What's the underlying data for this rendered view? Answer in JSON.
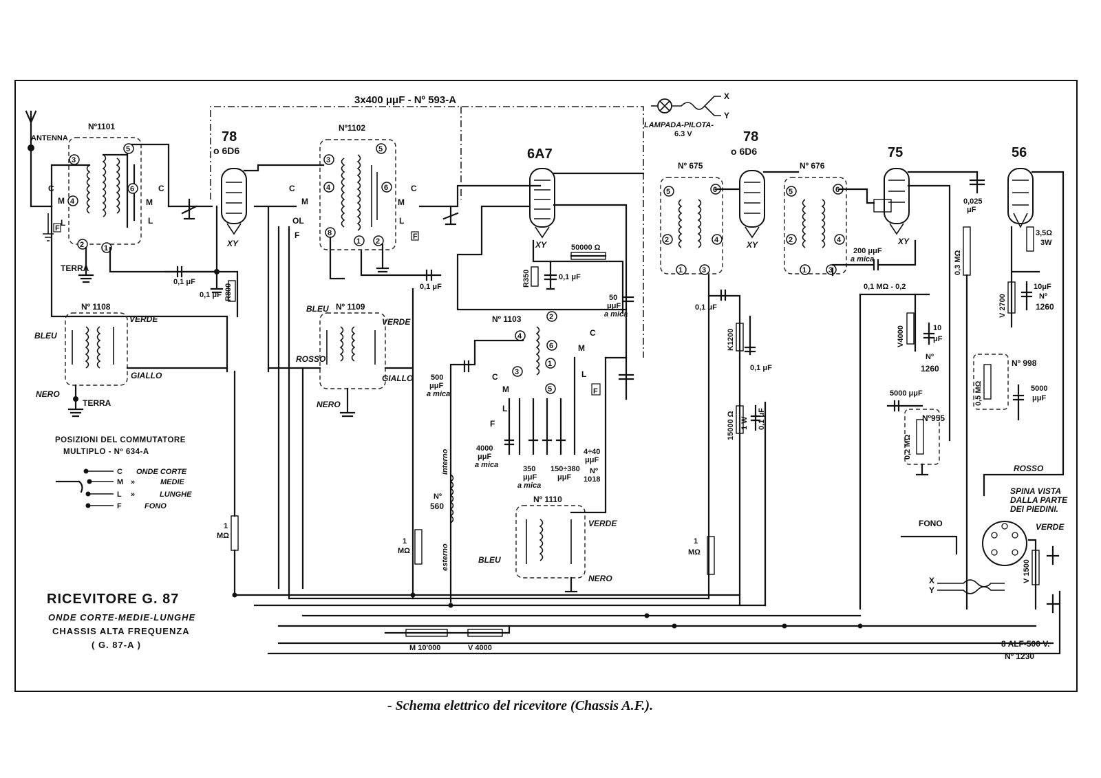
{
  "caption": "- Schema elettrico del ricevitore (Chassis A.F.).",
  "title_block": {
    "title": "RICEVITORE G. 87",
    "line1": "ONDE CORTE-MEDIE-LUNGHE",
    "line2": "CHASSIS ALTA FREQUENZA",
    "line3": "( G. 87-A )"
  },
  "legend": {
    "heading1": "POSIZIONI DEL COMMUTATORE",
    "heading2": "MULTIPLO - Nº 634-A",
    "items": [
      {
        "key": "C",
        "text": "ONDE CORTE"
      },
      {
        "key": "M",
        "text": "MEDIE"
      },
      {
        "key": "L",
        "text": "LUNGHE"
      },
      {
        "key": "F",
        "text": "FONO"
      }
    ],
    "ditto": "»"
  },
  "top": {
    "gang_cap": "3x400 μμF - Nº 593-A",
    "pilot_lamp": "LAMPADA-PILOTA-",
    "pilot_volt": "6.3 V",
    "pilot_x": "X",
    "pilot_y": "Y"
  },
  "tubes": {
    "t1": "78",
    "t1_alt": "o 6D6",
    "t2": "6A7",
    "t3": "78",
    "t3_alt": "o 6D6",
    "t4": "75",
    "t5": "56",
    "heater": "XY"
  },
  "antenna": {
    "antenna": "ANTENNA",
    "terra": "TERRA",
    "terra2": "TERRA",
    "n1101": "Nº1101",
    "n1108": "Nº 1108",
    "n1102": "Nº1102",
    "n1109": "Nº 1109",
    "bleu": "BLEU",
    "verde": "VERDE",
    "giallo": "GIALLO",
    "nero": "NERO",
    "rosso": "ROSSO",
    "c": "C",
    "m": "M",
    "l": "L",
    "f": "F",
    "ol": "OL"
  },
  "values": {
    "c01a": "0,1 μF",
    "c01b": "0,1 μF",
    "c01c": "0,1 μF",
    "c01d": "0,1 μF",
    "r800": "R800",
    "r350": "R350",
    "r50000": "50000 Ω",
    "c50": "50",
    "c50u": "μμF",
    "c50m": "a mica",
    "n1103": "Nº 1103",
    "c500": "500",
    "c500u": "μμF",
    "c500m": "a mica",
    "c4000": "4000",
    "c4000u": "μμF",
    "c4000m": "a mica",
    "c350": "350",
    "c350u": "μμF",
    "c350m": "a mica",
    "c150": "150÷380",
    "c150u": "μμF",
    "c4": "4÷40",
    "c4u": "μμF",
    "n1018a": "Nº",
    "n1018b": "1018",
    "n560a": "Nº",
    "n560b": "560",
    "interno": "interno",
    "esterno": "esterno",
    "n1110": "Nº 1110",
    "r1m_a": "1",
    "r1m_au": "MΩ",
    "r1m_b": "1",
    "r1m_bu": "MΩ",
    "r1m_c": "1",
    "r1m_cu": "MΩ",
    "n675": "Nº 675",
    "n676": "Nº 676",
    "k1200": "K1200",
    "r15000": "15000 Ω",
    "r15w": "1 W",
    "c200": "200 μμF",
    "c200m": "a mica",
    "r01": "0,1 MΩ - 0,2",
    "v4000": "V4000",
    "c10": "10",
    "c10u": "μF",
    "n1260a": "Nº",
    "n1260b": "1260",
    "c5000a": "5000 μμF",
    "n955": "Nº955",
    "r02": "0,2 MΩ",
    "c0025": "0,025",
    "c0025u": "μF",
    "r03": "0,3 MΩ",
    "r35": "3,5Ω",
    "r3w": "3W",
    "v2700": "V 2700",
    "c10b": "10μF",
    "n1260c": "Nº",
    "n1260d": "1260",
    "n998": "Nº 998",
    "r05": "0,5 MΩ",
    "c5000b": "5000",
    "c5000bu": "μμF",
    "spina1": "SPINA VISTA",
    "spina2": "DALLA PARTE",
    "spina3": "DEI PIEDINI.",
    "fono": "FONO",
    "v1500": "V 1500",
    "alf": "8 ALF-500 V.",
    "n1230": "Nº 1230",
    "m10000": "M 10'000",
    "v4000b": "V 4000"
  }
}
